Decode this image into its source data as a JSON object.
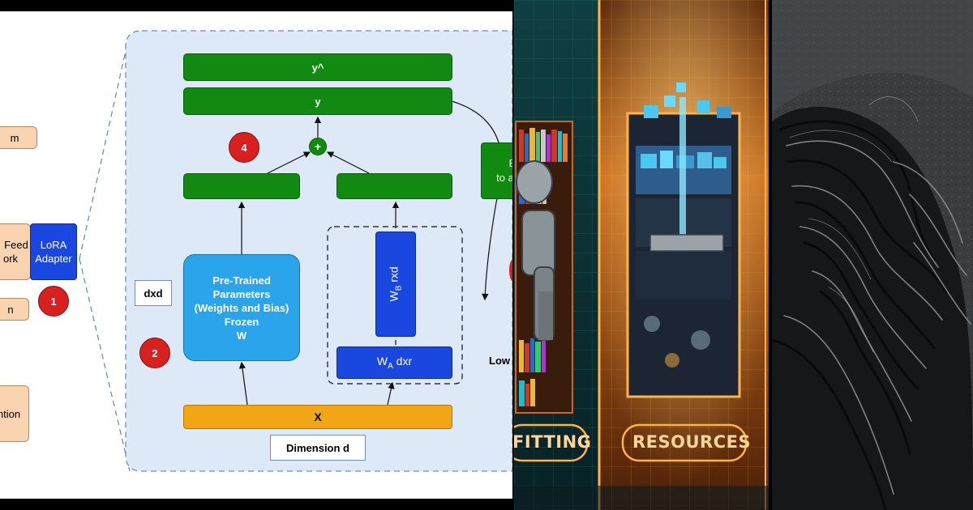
{
  "diagram": {
    "left_boxes": {
      "norm_top": "m",
      "feed_forward": [
        "Feed",
        "ork"
      ],
      "lora_adapter": [
        "LoRA",
        "Adapter"
      ],
      "norm_bottom": "n",
      "attention": "ntion"
    },
    "badges": {
      "one": "1",
      "two": "2",
      "four": "4"
    },
    "output_hat": "y^",
    "output": "y",
    "plus_symbol": "+",
    "pretrained": {
      "lines": [
        "Pre-Trained",
        "Parameters",
        "(Weights and Bias)",
        "Frozen",
        "W"
      ]
    },
    "dxd": "dxd",
    "wb": {
      "main": "W",
      "sub": "B",
      "rest": " rxd"
    },
    "wa": {
      "main": "W",
      "sub": "A",
      "rest": " dxr"
    },
    "input_x": "X",
    "dimension": "Dimension d",
    "right_box": [
      "B",
      "to a"
    ],
    "low_label": "Low",
    "colors": {
      "region_fill": "#dde9f7",
      "region_border": "#6f8fb8",
      "green": "#128a12",
      "peach": "#fad4b0",
      "blue_dark": "#1a47e0",
      "blue_light": "#2aa4ea",
      "orange": "#f2a616",
      "red": "#d8201e"
    }
  },
  "illustration_middle": {
    "sign_left": "FITTING",
    "sign_right": "RESOURCES",
    "colors": {
      "teal": "#0c2b2f",
      "amber": "#c86a1a",
      "neon": "#ffb347"
    }
  },
  "illustration_right": {
    "colors": {
      "bg": "#2a2d2e",
      "ink": "#0d0d0d"
    }
  }
}
